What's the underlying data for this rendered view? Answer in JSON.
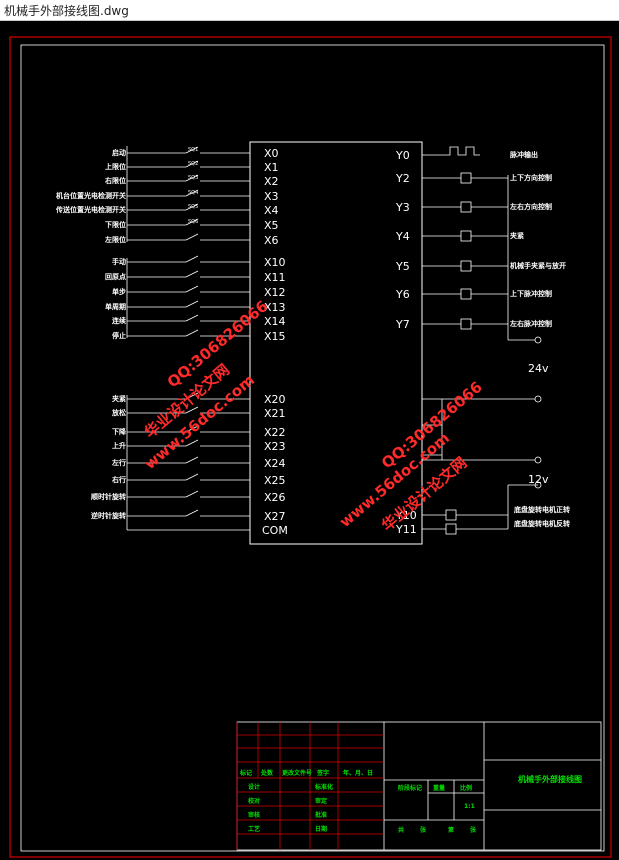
{
  "window": {
    "title": "机械手外部接线图.dwg"
  },
  "plc": {
    "inputs_group1": [
      {
        "pin": "X0",
        "label": "启动"
      },
      {
        "pin": "X1",
        "label": "上限位"
      },
      {
        "pin": "X2",
        "label": "右限位"
      },
      {
        "pin": "X3",
        "label": "机台位置光电检测开关"
      },
      {
        "pin": "X4",
        "label": "传送位置光电检测开关"
      },
      {
        "pin": "X5",
        "label": "下限位"
      },
      {
        "pin": "X6",
        "label": "左限位"
      }
    ],
    "inputs_group2": [
      {
        "pin": "X10",
        "label": "手动"
      },
      {
        "pin": "X11",
        "label": "回原点"
      },
      {
        "pin": "X12",
        "label": "单步"
      },
      {
        "pin": "X13",
        "label": "单周期"
      },
      {
        "pin": "X14",
        "label": "连续"
      },
      {
        "pin": "X15",
        "label": "停止"
      }
    ],
    "inputs_group3": [
      {
        "pin": "X20",
        "label": "夹紧"
      },
      {
        "pin": "X21",
        "label": "放松"
      },
      {
        "pin": "X22",
        "label": "下降"
      },
      {
        "pin": "X23",
        "label": "上升"
      },
      {
        "pin": "X24",
        "label": "左行"
      },
      {
        "pin": "X25",
        "label": "右行"
      },
      {
        "pin": "X26",
        "label": "顺时针旋转"
      },
      {
        "pin": "X27",
        "label": "逆时针旋转"
      }
    ],
    "com_pin": "COM",
    "outputs": [
      {
        "pin": "Y0",
        "label": "脉冲输出"
      },
      {
        "pin": "Y2",
        "label": "上下方向控制"
      },
      {
        "pin": "Y3",
        "label": "左右方向控制"
      },
      {
        "pin": "Y4",
        "label": "夹紧"
      },
      {
        "pin": "Y5",
        "label": "机械手夹紧与放开"
      },
      {
        "pin": "Y6",
        "label": "上下脉冲控制"
      },
      {
        "pin": "Y7",
        "label": "左右脉冲控制"
      }
    ],
    "outputs2": [
      {
        "pin": "Y10",
        "label": "底盘旋转电机正转"
      },
      {
        "pin": "Y11",
        "label": "底盘旋转电机反转"
      }
    ],
    "voltage_24": "24v",
    "voltage_12": "12v",
    "switch_codes": [
      "SQ1",
      "SQ2",
      "SQ3",
      "SQ4",
      "SQ5",
      "SQ6"
    ]
  },
  "watermark": {
    "site1": "华业设计论文网",
    "site2": "www.56doc.com",
    "qq": "QQ:306826066"
  },
  "titleblock": {
    "drawing_name": "机械手外部接线图",
    "cols_labels": [
      "标记",
      "处数",
      "更改文件号",
      "签字",
      "年、月、日"
    ],
    "roles": [
      "设计",
      "校对",
      "审核",
      "工艺"
    ],
    "roles2": [
      "标准化",
      "审定",
      "批准",
      "日期"
    ],
    "stage_label": "阶段标记",
    "weight_label": "重量",
    "scale_label": "比例",
    "scale_value": "1:1",
    "bottom": [
      "共",
      "张",
      "第",
      "张"
    ]
  }
}
